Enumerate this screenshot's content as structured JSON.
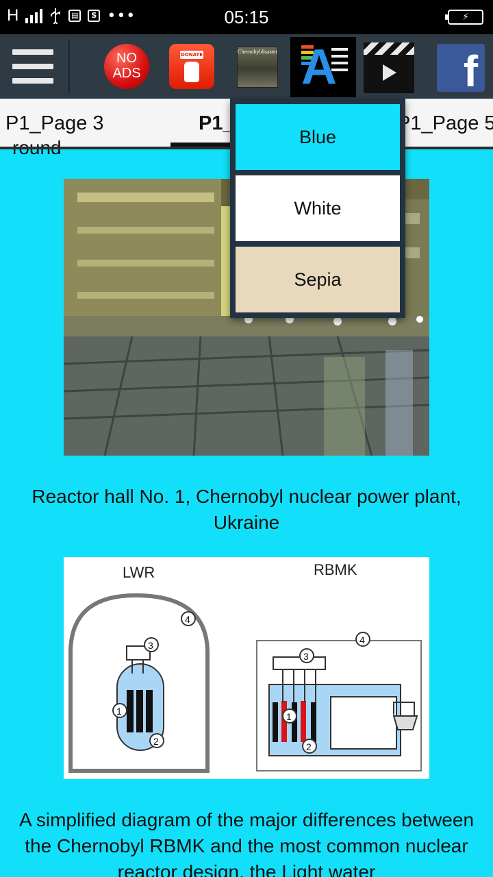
{
  "status_bar": {
    "network": "H",
    "time": "05:15",
    "more": "•••",
    "icons": [
      "signal-icon",
      "usb-icon",
      "sd-card-icon",
      "s-app-icon",
      "battery-charging-icon"
    ]
  },
  "toolbar": {
    "no_ads_line1": "NO",
    "no_ads_line2": "ADS",
    "donate_label": "DONATE",
    "chernobyl_label": "Chernobyldisaster",
    "facebook_label": "f",
    "icons": [
      "menu-icon",
      "no-ads-icon",
      "donate-icon",
      "chernobyl-app-icon",
      "font-size-icon",
      "video-icon",
      "facebook-icon"
    ]
  },
  "tabs": {
    "left": "P1_Page 3",
    "center": "P1_Page 4",
    "right": "P1_Page 5"
  },
  "content": {
    "peek_text": "round",
    "photo_caption": "Reactor hall No. 1, Chernobyl nuclear power plant, Ukraine",
    "diagram_caption": "A simplified diagram of the major differences between the Chernobyl RBMK and the most common nuclear reactor design, the Light water",
    "diagram": {
      "lwr_title": "LWR",
      "rbmk_title": "RBMK",
      "marker_1": "1",
      "marker_2": "2",
      "marker_3": "3",
      "marker_4": "4",
      "colors": {
        "water": "#a9d6f5",
        "rod": "#111111",
        "hot_rod": "#d8141a",
        "outline": "#777777"
      }
    }
  },
  "theme_menu": {
    "options": [
      "Blue",
      "White",
      "Sepia"
    ],
    "selected": "Blue",
    "colors": {
      "blue": "#12e0fa",
      "white": "#ffffff",
      "sepia": "#e8d9bd"
    }
  }
}
